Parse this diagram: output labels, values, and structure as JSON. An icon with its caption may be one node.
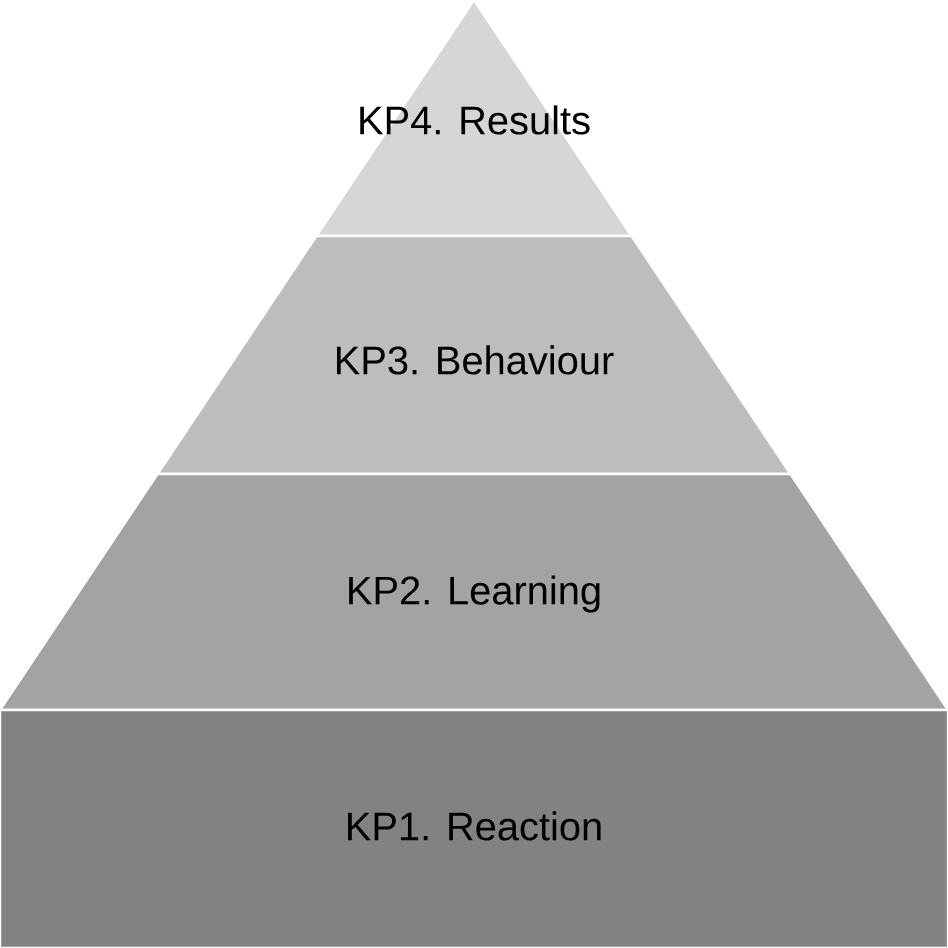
{
  "diagram": {
    "nodes": [
      {
        "text": [
          "KP4. Results"
        ]
      },
      {
        "text": [
          "KP3. Behaviour"
        ]
      },
      {
        "text": [
          "KP2. Learning"
        ]
      },
      {
        "text": [
          "KP1. Reaction"
        ]
      }
    ]
  }
}
